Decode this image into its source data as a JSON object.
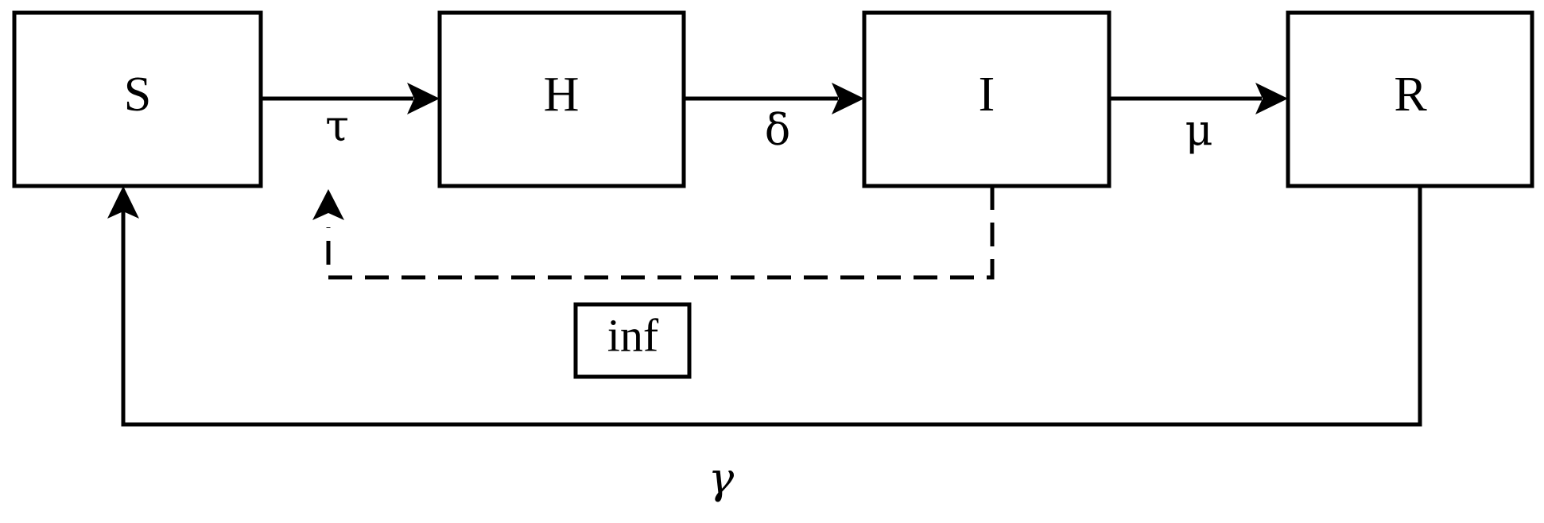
{
  "nodes": {
    "S": "S",
    "H": "H",
    "I": "I",
    "R": "R"
  },
  "rates": {
    "tau": "τ",
    "delta": "δ",
    "mu": "μ",
    "gamma": "γ"
  },
  "influence_label": "inf",
  "colors": {
    "stroke": "#000000",
    "background": "#ffffff"
  }
}
